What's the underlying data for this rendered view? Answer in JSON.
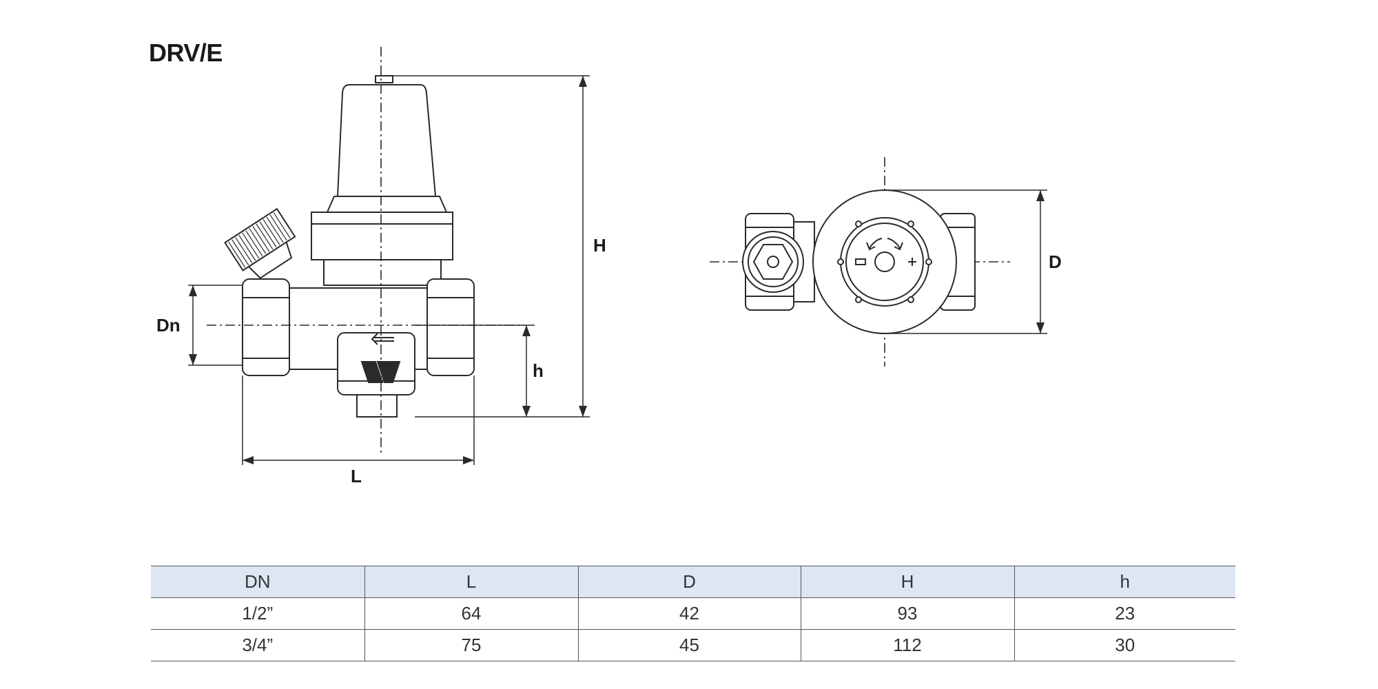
{
  "title": "DRV/E",
  "labels": {
    "H": "H",
    "Dn": "Dn",
    "h": "h",
    "L": "L",
    "D": "D"
  },
  "table": {
    "headers": [
      "DN",
      "L",
      "D",
      "H",
      "h"
    ],
    "rows": [
      [
        "1/2”",
        "64",
        "42",
        "93",
        "23"
      ],
      [
        "3/4”",
        "75",
        "45",
        "112",
        "30"
      ]
    ]
  }
}
